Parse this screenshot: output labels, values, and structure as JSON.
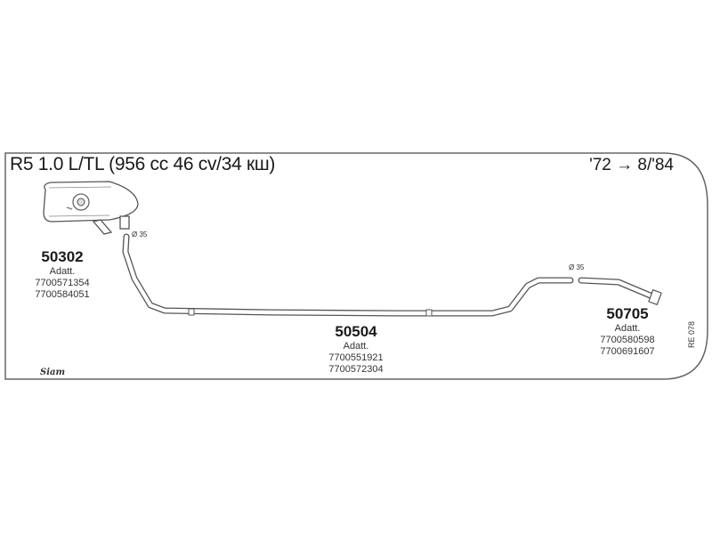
{
  "header": {
    "title": "R5 1.0 L/TL (956 cc 46 cv/34 кш)",
    "years": "'72 → 8/'84"
  },
  "parts": [
    {
      "code": "50302",
      "sub": "Adatt.",
      "refs": [
        "7700571354",
        "7700584051"
      ]
    },
    {
      "code": "50504",
      "sub": "Adatt.",
      "refs": [
        "7700551921",
        "7700572304"
      ]
    },
    {
      "code": "50705",
      "sub": "Adatt.",
      "refs": [
        "7700580598",
        "7700691607"
      ]
    }
  ],
  "pipe_diameters": [
    "Ø 35",
    "Ø 35"
  ],
  "diagram_ref": "RE 078",
  "logo_text": "Siam",
  "colors": {
    "outline": "#555555",
    "pipe_fill": "#ffffff",
    "text": "#222222"
  }
}
